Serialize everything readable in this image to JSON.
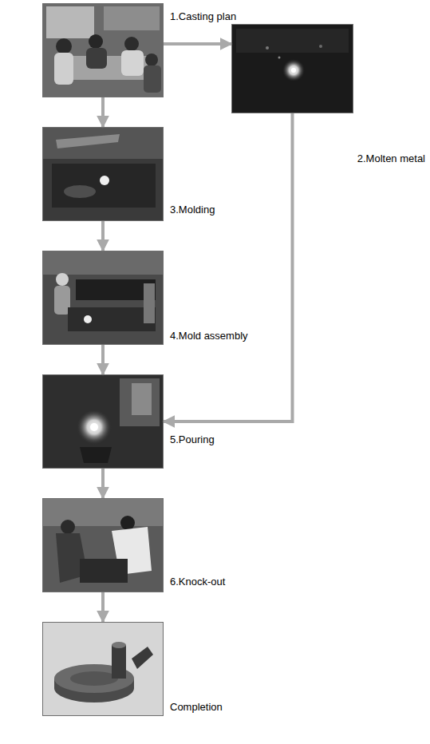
{
  "diagram": {
    "nodes": [
      {
        "text": [
          "1.Casting plan"
        ]
      },
      {
        "text": [
          "2.Molten metal"
        ]
      },
      {
        "text": [
          "3.Molding"
        ]
      },
      {
        "text": [
          "4.Mold assembly"
        ]
      },
      {
        "text": [
          "5.Pouring"
        ]
      },
      {
        "text": [
          "6.Knock-out"
        ]
      },
      {
        "text": [
          "Completion"
        ]
      }
    ],
    "edges": [
      {
        "from": 0,
        "to": 1,
        "arrow": "to"
      },
      {
        "from": 0,
        "to": 2,
        "arrow": "to"
      },
      {
        "from": 2,
        "to": 3,
        "arrow": "to"
      },
      {
        "from": 3,
        "to": 4,
        "arrow": "to"
      },
      {
        "from": 1,
        "to": 4,
        "arrow": "to"
      },
      {
        "from": 4,
        "to": 5,
        "arrow": "to"
      },
      {
        "from": 5,
        "to": 6,
        "arrow": "to"
      }
    ]
  }
}
